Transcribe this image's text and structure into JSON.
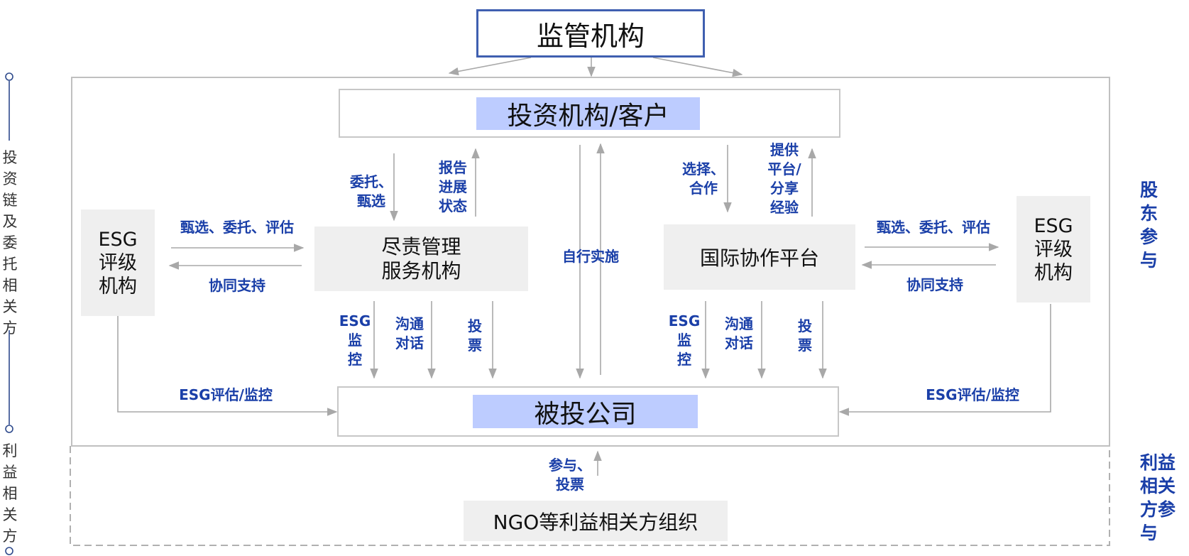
{
  "regulator": "监管机构",
  "investor": "投资机构/客户",
  "due_diligence": "尽责管理\n服务机构",
  "intl_platform": "国际协作平台",
  "investee": "被投公司",
  "ngo": "NGO等利益相关方组织",
  "esg_rating_left": "ESG\n评级\n机构",
  "esg_rating_right": "ESG\n评级\n机构",
  "labels": {
    "delegate_select": "委托、\n甄选",
    "report_progress": "报告\n进展\n状态",
    "select_cooperate": "选择、\n合作",
    "provide_platform": "提供\n平台/\n分享\n经验",
    "select_delegate_eval_left": "甄选、委托、评估",
    "collab_support_left": "协同支持",
    "select_delegate_eval_right": "甄选、委托、评估",
    "collab_support_right": "协同支持",
    "self_implement": "自行实施",
    "esg_monitor_left": "ESG\n监\n控",
    "communicate_left": "沟通\n对话",
    "vote_left": "投\n票",
    "esg_monitor_right": "ESG\n监\n控",
    "communicate_right": "沟通\n对话",
    "vote_right": "投\n票",
    "esg_eval_monitor_left": "ESG评估/监控",
    "esg_eval_monitor_right": "ESG评估/监控",
    "participate_vote": "参与、\n投票"
  },
  "left_axis": {
    "chain_label": "投资链及委托相关方",
    "stakeholder_label": "利益相关方"
  },
  "right_side": {
    "shareholder": "股东参与",
    "stakeholder": "利益相关方参与"
  },
  "colors": {
    "accent_text": "#1a3fa8",
    "highlight": "#bdccff",
    "regulator_border": "#3f5fb0"
  }
}
